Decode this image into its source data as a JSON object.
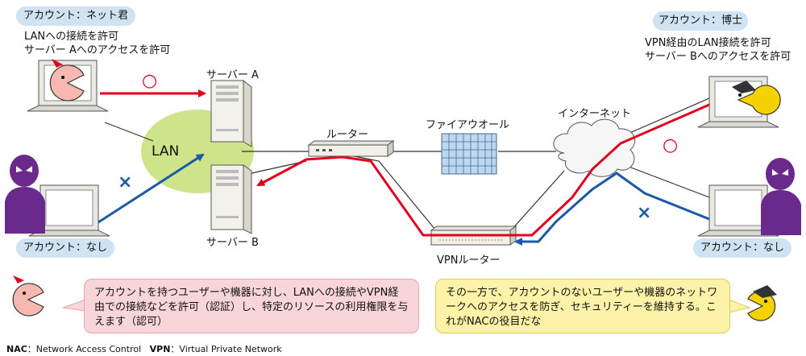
{
  "accounts": {
    "top_left": "アカウント：ネット君",
    "top_right": "アカウント：博士",
    "bottom_left": "アカウント：なし",
    "bottom_right": "アカウント：なし"
  },
  "permissions": {
    "left": [
      "LANへの接続を許可",
      "サーバー Aへのアクセスを許可"
    ],
    "right": [
      "VPN経由のLAN接続を許可",
      "サーバー Bへのアクセスを許可"
    ]
  },
  "labels": {
    "server_a": "サーバー A",
    "server_b": "サーバー B",
    "lan": "LAN",
    "router": "ルーター",
    "firewall": "ファイアウオール",
    "internet": "インターネット",
    "vpn_router": "VPNルーター",
    "ok_mark": "○",
    "ng_mark": "×"
  },
  "bubbles": {
    "left": "アカウントを持つユーザーや機器に対し、LANへの接続やVPN経由での接続などを許可（認証）し、特定のリソースの利用権限を与えます（認可）",
    "right": "その一方で、アカウントのないユーザーや機器のネットワークへのアクセスを防ぎ、セキュリティーを維持する。これがNACの役目だな"
  },
  "footnote": {
    "nac_abbr": "NAC",
    "nac_full": "：Network Access Control",
    "vpn_abbr": "VPN",
    "vpn_full": "：Virtual Private Network"
  },
  "colors": {
    "allowed": "#e1001e",
    "denied": "#1a5aa8",
    "account_pill": "#cfe3f3",
    "lan": "#cfe38a",
    "bubble_left": "#f8d5d8",
    "bubble_right": "#fdf3a8",
    "intruder": "#6a2a8c"
  },
  "icons": [
    "laptop-icon",
    "server-icon",
    "router-icon",
    "firewall-icon",
    "cloud-icon",
    "vpn-router-icon",
    "intruder-icon",
    "pacman-net-icon",
    "pacman-hakase-icon"
  ]
}
